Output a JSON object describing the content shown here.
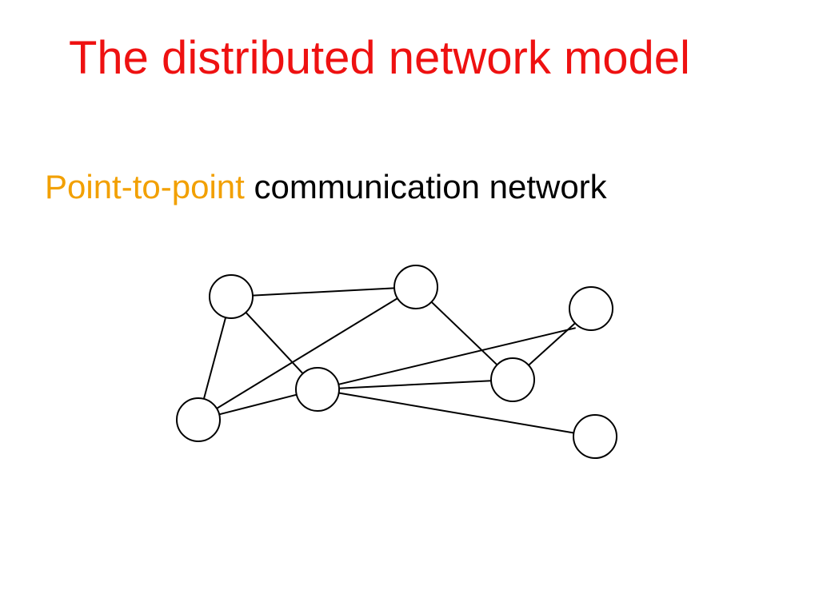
{
  "slide": {
    "title": "The distributed network model",
    "subtitle_highlight": "Point-to-point",
    "subtitle_rest": "communication network"
  },
  "colors": {
    "title": "#ee1111",
    "highlight": "#f2a000",
    "body_text": "#000000",
    "node_fill": "#ffffff",
    "node_stroke": "#000000",
    "edge": "#000000"
  },
  "network": {
    "nodes": [
      "n1",
      "n2",
      "n3",
      "n4",
      "n5",
      "n6",
      "n7",
      "n8"
    ],
    "edges": [
      [
        "n1",
        "n2"
      ],
      [
        "n1",
        "n5"
      ],
      [
        "n1",
        "n4"
      ],
      [
        "n2",
        "n4"
      ],
      [
        "n2",
        "n6"
      ],
      [
        "n5",
        "n6"
      ],
      [
        "n5",
        "n7"
      ],
      [
        "n4",
        "n5"
      ],
      [
        "n5",
        "n8"
      ],
      [
        "n3",
        "n6"
      ],
      [
        "n3",
        "n8"
      ]
    ]
  }
}
